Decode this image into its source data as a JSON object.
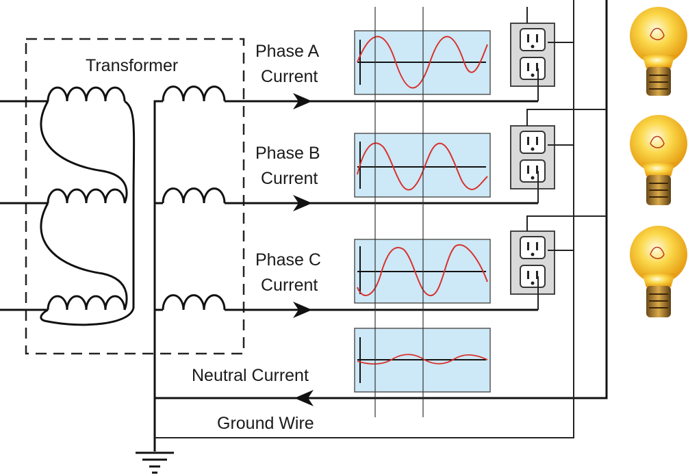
{
  "labels": {
    "transformer": "Transformer",
    "phase_a_line1": "Phase A",
    "phase_a_line2": "Current",
    "phase_b_line1": "Phase B",
    "phase_b_line2": "Current",
    "phase_c_line1": "Phase C",
    "phase_c_line2": "Current",
    "neutral": "Neutral Current",
    "ground": "Ground Wire"
  },
  "colors": {
    "wire": "#111111",
    "scope_fill": "#cde8f6",
    "scope_border": "#555555",
    "waveform": "#d9302c",
    "outlet_plate": "#d9d9d9",
    "bulb": "#f7c531"
  }
}
